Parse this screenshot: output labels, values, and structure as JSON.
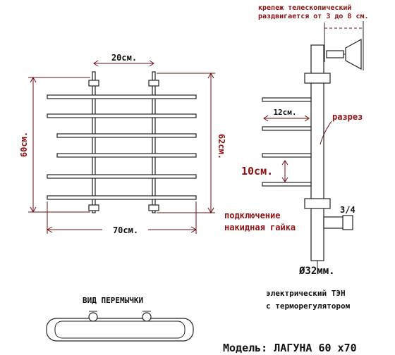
{
  "colors": {
    "label": "#8b0f10",
    "line": "#222222",
    "text": "#111111"
  },
  "labels": {
    "width_between_bars": "20см.",
    "height_left": "60см.",
    "height_right": "62см.",
    "total_width": "70см.",
    "telescopic_line1": "крепеж телескопический",
    "telescopic_line2": "раздвигается от 3 до 8 см.",
    "shelf_length": "12см.",
    "section": "разрез",
    "shelf_gap": "10см.",
    "connection_line1": "подключение",
    "connection_line2": "накидная гайка",
    "thread": "3/4",
    "diameter": "Ø32мм.",
    "heater_line1": "электрический  ТЭН",
    "heater_line2": "с терморегулятором",
    "jumper_view": "ВИД ПЕРЕМЫЧКИ",
    "model": "Модель: ЛАГУНА 60 х70"
  }
}
